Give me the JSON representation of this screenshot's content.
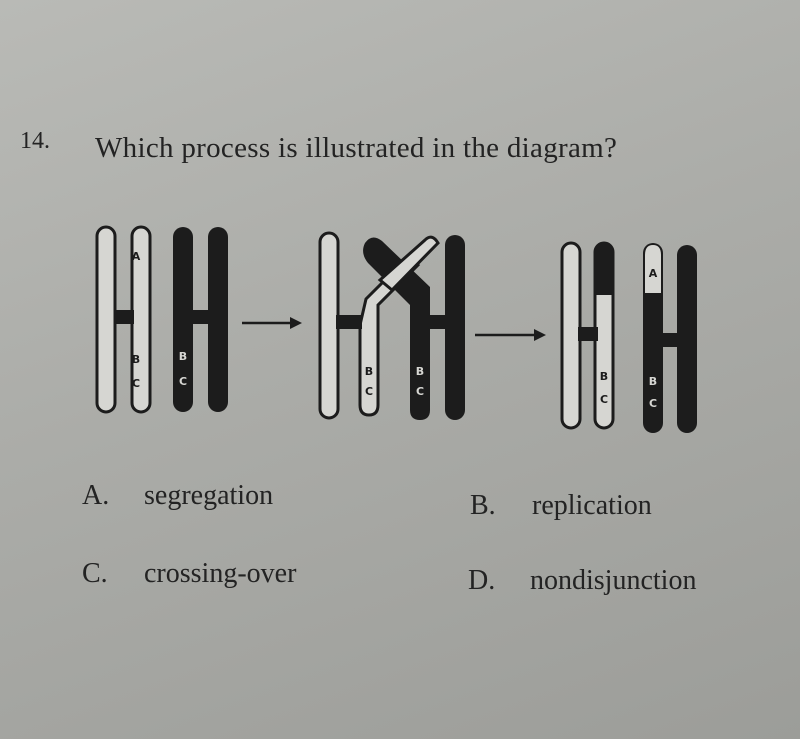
{
  "question": {
    "number": "14.",
    "text": "Which process is illustrated in the diagram?"
  },
  "diagram": {
    "gene_labels": [
      "A",
      "B",
      "C"
    ]
  },
  "choices": [
    {
      "letter": "A.",
      "text": "segregation"
    },
    {
      "letter": "B.",
      "text": "replication"
    },
    {
      "letter": "C.",
      "text": "crossing-over"
    },
    {
      "letter": "D.",
      "text": "nondisjunction"
    }
  ],
  "colors": {
    "paper": "#aeafab",
    "ink": "#232323",
    "chromosome_dark": "#1c1c1c",
    "chromosome_light": "#d6d6d2"
  }
}
